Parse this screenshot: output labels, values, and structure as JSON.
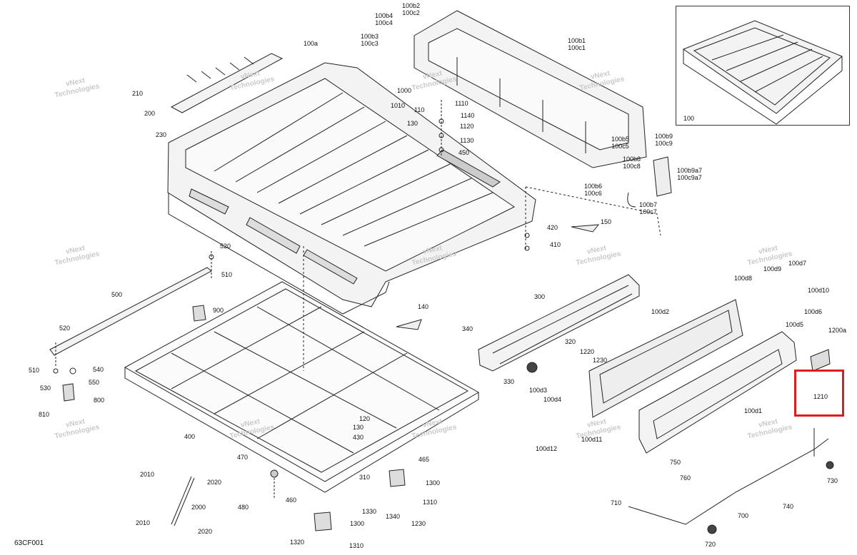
{
  "diagram": {
    "code": "63CF001",
    "inset_label": "100",
    "highlight_label": "1210",
    "watermark": [
      "vNext",
      "Technologies"
    ],
    "labels": {
      "l100a": "100a",
      "l100b4": "100b4",
      "l100c4": "100c4",
      "l100b2": "100b2",
      "l100c2": "100c2",
      "l100b3": "100b3",
      "l100c3": "100c3",
      "l100b1": "100b1",
      "l100c1": "100c1",
      "l100b5": "100b5",
      "l100c5": "100c5",
      "l100b9": "100b9",
      "l100c9": "100c9",
      "l100b8": "100b8",
      "l100c8": "100c8",
      "l100b9a7": "100b9a7",
      "l100c9a7": "100c9a7",
      "l100b6": "100b6",
      "l100c6": "100c6",
      "l100b7": "100b7",
      "l100c7": "100c7",
      "l210": "210",
      "l200": "200",
      "l230": "230",
      "l1000": "1000",
      "l1010": "1010",
      "l1110": "1110",
      "l110": "110",
      "l1140": "1140",
      "l1120": "1120",
      "l130a": "130",
      "l1130": "1130",
      "l450": "450",
      "l150": "150",
      "l420": "420",
      "l410": "410",
      "l520a": "520",
      "l510a": "510",
      "l500": "500",
      "l900": "900",
      "l520b": "520",
      "l510b": "510",
      "l540": "540",
      "l550": "550",
      "l530": "530",
      "l800": "800",
      "l810": "810",
      "l140": "140",
      "l300": "300",
      "l340": "340",
      "l320": "320",
      "l330": "330",
      "l1220": "1220",
      "l1230": "1230",
      "l100d3": "100d3",
      "l100d4": "100d4",
      "l100d2": "100d2",
      "l100d8": "100d8",
      "l100d9": "100d9",
      "l100d7": "100d7",
      "l100d10": "100d10",
      "l100d6": "100d6",
      "l100d5": "100d5",
      "l1200a": "1200a",
      "l100d1": "100d1",
      "l100d12": "100d12",
      "l100d11": "100d11",
      "l400": "400",
      "l120": "120",
      "l130b": "130",
      "l430": "430",
      "l470": "470",
      "l310": "310",
      "l465": "465",
      "l1300a": "1300",
      "l480": "480",
      "l460": "460",
      "l1330": "1330",
      "l1340": "1340",
      "l1310a": "1310",
      "l1300b": "1300",
      "l1230b": "1230",
      "l1320": "1320",
      "l1310b": "1310",
      "l2010a": "2010",
      "l2020a": "2020",
      "l2000": "2000",
      "l2010b": "2010",
      "l2020b": "2020",
      "l750": "750",
      "l760": "760",
      "l730": "730",
      "l710": "710",
      "l700": "700",
      "l740": "740",
      "l720": "720"
    }
  }
}
